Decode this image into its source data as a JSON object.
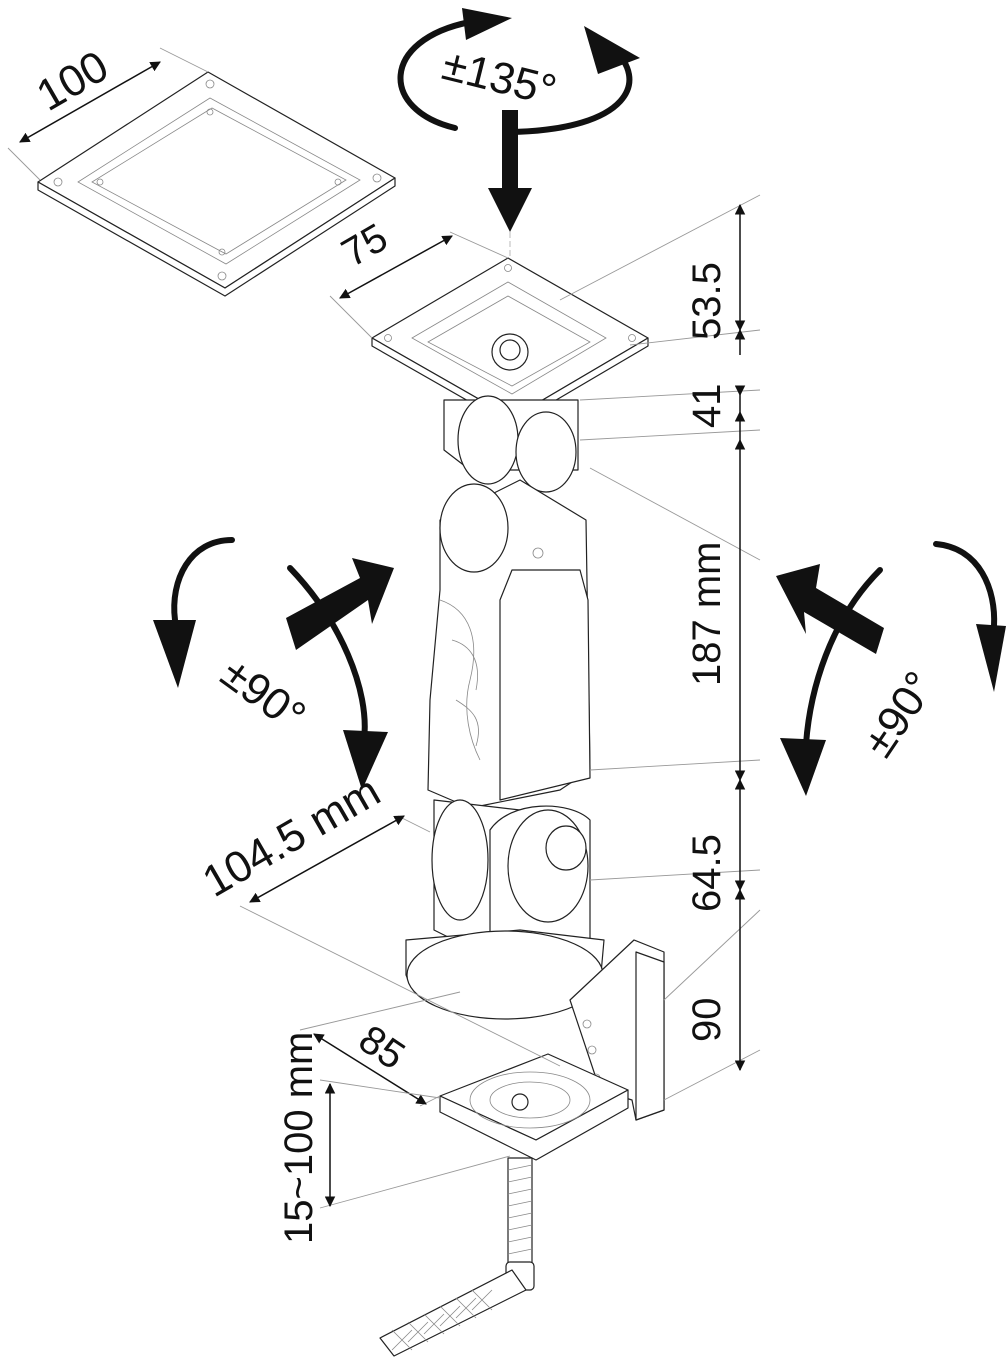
{
  "diagram": {
    "dimensions": {
      "vesa_large": "100",
      "vesa_small": "75",
      "height_top": "53.5",
      "height_head": "41",
      "arm_length": "187 mm",
      "height_lower": "64.5",
      "height_clamp": "90",
      "arm_width": "104.5 mm",
      "clamp_depth": "85",
      "clamp_range": "15~100 mm"
    },
    "rotations": {
      "top": "±135°",
      "left": "±90°",
      "right": "±90°"
    },
    "colors": {
      "line": "#222222",
      "arrow": "#111111",
      "background": "#ffffff"
    }
  }
}
